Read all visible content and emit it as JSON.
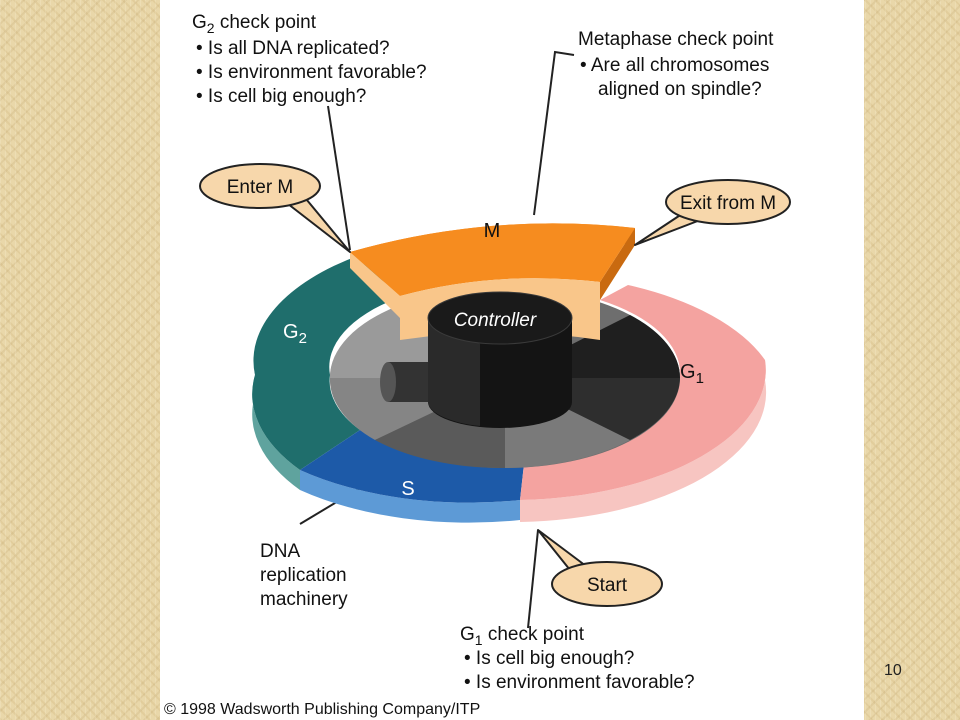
{
  "slide_number": "10",
  "diagram": {
    "g2_checkpoint": {
      "title_prefix": "G",
      "title_sub": "2",
      "title_rest": " check point",
      "items": [
        "• Is all DNA replicated?",
        "• Is environment favorable?",
        "• Is cell big enough?"
      ]
    },
    "metaphase_checkpoint": {
      "title": "Metaphase check point",
      "items": [
        "• Are all chromosomes",
        "aligned on spindle?"
      ]
    },
    "bubbles": {
      "enter_m": "Enter M",
      "exit_m": "Exit from M",
      "start": "Start"
    },
    "phases": {
      "m": "M",
      "g1_letter": "G",
      "g1_sub": "1",
      "g2_letter": "G",
      "g2_sub": "2",
      "s": "S"
    },
    "controller": "Controller",
    "dna_machinery": [
      "DNA",
      "replication",
      "machinery"
    ],
    "g1_checkpoint": {
      "title_prefix": "G",
      "title_sub": "1",
      "title_rest": " check point",
      "items": [
        "• Is cell big enough?",
        "• Is environment favorable?"
      ]
    },
    "copyright": "© 1998 Wadsworth Publishing Company/ITP",
    "colors": {
      "m_phase": "#f68c1f",
      "m_side": "#f9c68a",
      "g1_phase": "#f4a3a0",
      "g2_phase": "#1f6e6c",
      "s_phase": "#1d5aa8",
      "bubble": "#f7d7ab",
      "controller": "#1a1a1a"
    }
  }
}
